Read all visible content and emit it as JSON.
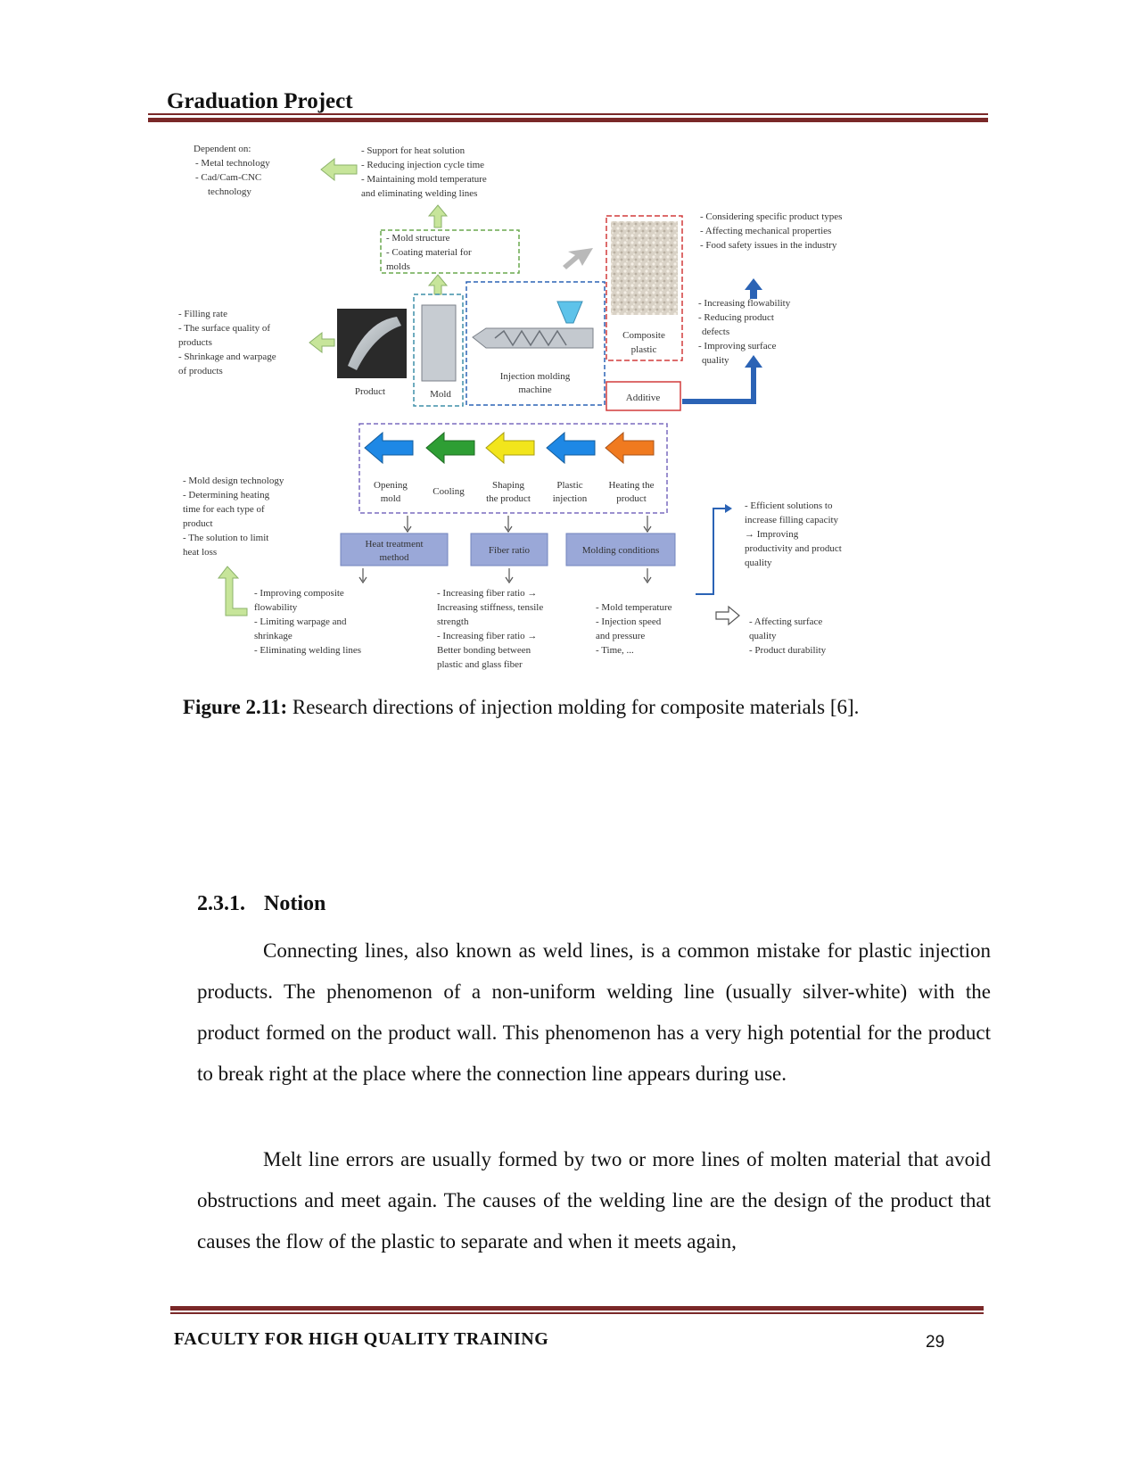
{
  "header": {
    "title": "Graduation Project"
  },
  "figure": {
    "caption_label": "Figure 2.11:",
    "caption_text": " Research directions of injection molding for composite materials [6].",
    "labels": {
      "dep_1": "Dependent on:",
      "dep_2": "-   Metal technology",
      "dep_3": "-   Cad/Cam-CNC",
      "dep_4": "technology",
      "sup_1": "- Support for heat solution",
      "sup_2": "- Reducing injection cycle time",
      "sup_3": "- Maintaining mold temperature",
      "sup_4": "and eliminating welding lines",
      "md_1": "- Mold structure",
      "md_2": "- Coating material for",
      "md_3": "molds",
      "cons_1": "- Considering specific product types",
      "cons_2": "- Affecting mechanical properties",
      "cons_3": "- Food safety issues in the industry",
      "fill_1": "- Filling rate",
      "fill_2": "- The surface quality of",
      "fill_3": "products",
      "fill_4": "- Shrinkage and warpage",
      "fill_5": "of products",
      "product": "Product",
      "mold": "Mold",
      "inj_1": "Injection molding",
      "inj_2": "machine",
      "comp_1": "Composite",
      "comp_2": "plastic",
      "additive": "Additive",
      "inc_1": "- Increasing flowability",
      "inc_2": "- Reducing product",
      "inc_3": "defects",
      "inc_4": "- Improving surface",
      "inc_5": "quality",
      "open_1": "Opening",
      "open_2": "mold",
      "cooling": "Cooling",
      "shape_1": "Shaping",
      "shape_2": "the product",
      "plas_1": "Plastic",
      "plas_2": "injection",
      "heat_1": "Heating the",
      "heat_2": "product",
      "mdt_1": "- Mold design technology",
      "mdt_2": "- Determining heating",
      "mdt_3": "time for each type of",
      "mdt_4": "product",
      "mdt_5": "- The solution to limit",
      "mdt_6": "heat loss",
      "eff_1": "- Efficient solutions to",
      "eff_2": "increase filling capacity",
      "eff_3": "→ Improving",
      "eff_4": "productivity and product",
      "eff_5": "quality",
      "ht_1": "Heat treatment",
      "ht_2": "method",
      "fiber": "Fiber ratio",
      "molding": "Molding conditions",
      "ic_1": "- Improving composite",
      "ic_2": "flowability",
      "ic_3": "- Limiting warpage and",
      "ic_4": "shrinkage",
      "ic_5": "- Eliminating welding lines",
      "fr_1": "- Increasing fiber ratio →",
      "fr_2": "Increasing stiffness, tensile",
      "fr_3": "strength",
      "fr_4": "- Increasing fiber ratio →",
      "fr_5": "Better bonding between",
      "fr_6": "plastic and glass fiber",
      "mt_1": "- Mold temperature",
      "mt_2": "- Injection speed",
      "mt_3": "and pressure",
      "mt_4": "- Time, ...",
      "as_1": "- Affecting surface",
      "as_2": "quality",
      "as_3": "- Product durability"
    },
    "colors": {
      "arrow_blue": "#1e88e5",
      "arrow_green": "#2e9e34",
      "arrow_yellow": "#f2e51c",
      "arrow_orange": "#f07a1f",
      "box_fill": "#9aa8d8",
      "flow_arrow": "#2b63b5",
      "additive_border": "#d23b3b",
      "light_green_arrow": "#c7e59a"
    }
  },
  "section": {
    "number": "2.3.1.",
    "title": "Notion"
  },
  "paragraphs": [
    "Connecting lines, also known as weld lines, is a common mistake for plastic injection products. The phenomenon of a non-uniform welding line (usually silver-white) with the product formed on the product wall. This phenomenon has a very high potential for the product to break right at the place where the connection line appears during use.",
    "Melt line errors are usually formed by two or more lines of molten material that avoid obstructions and meet again. The causes of the welding line are the design of the product that causes the flow of the plastic to separate and when it meets again,"
  ],
  "footer": {
    "text": "FACULTY FOR HIGH QUALITY TRAINING",
    "page_number": "29"
  }
}
